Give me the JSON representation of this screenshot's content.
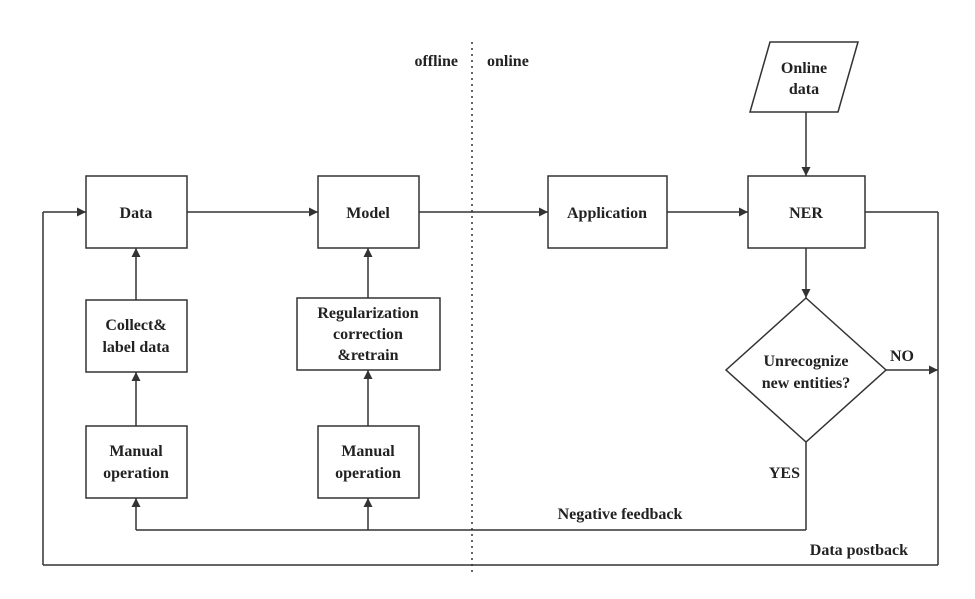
{
  "diagram": {
    "region_labels": {
      "offline": "offline",
      "online": "online"
    },
    "nodes": {
      "data": "Data",
      "model": "Model",
      "application": "Application",
      "ner": "NER",
      "online_data": [
        "Online",
        "data"
      ],
      "collect": [
        "Collect&",
        "label data"
      ],
      "regularization": [
        "Regularization",
        "correction",
        "&retrain"
      ],
      "manual_1": [
        "Manual",
        "operation"
      ],
      "manual_2": [
        "Manual",
        "operation"
      ],
      "decision": [
        "Unrecognize",
        "new entities?"
      ]
    },
    "edge_labels": {
      "no": "NO",
      "yes": "YES",
      "negative_feedback": "Negative feedback",
      "data_postback": "Data postback"
    }
  }
}
